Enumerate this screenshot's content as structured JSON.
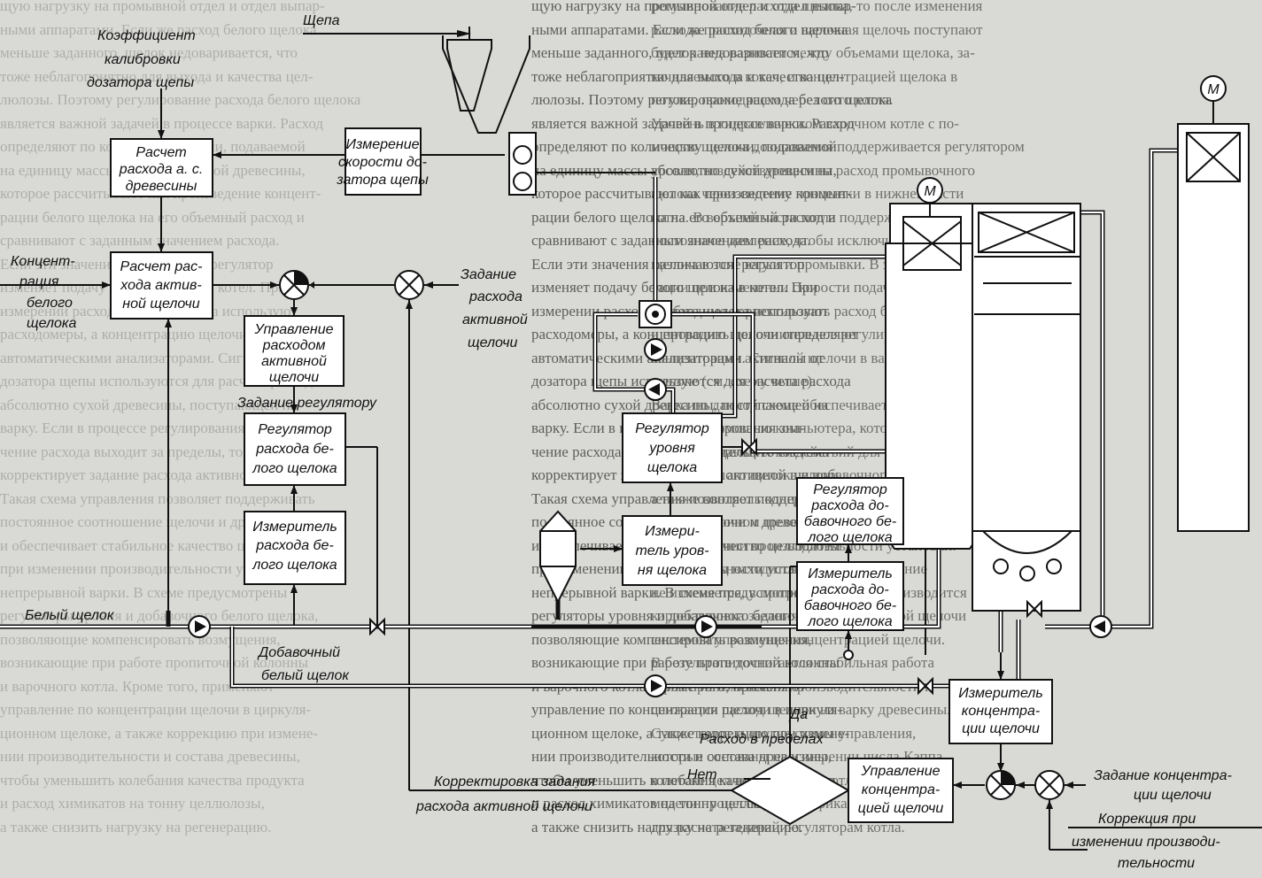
{
  "diagram": {
    "inputs": {
      "chips": "Щепа",
      "calib_coef": [
        "Коэффициент",
        "калибровки",
        "дозатора щепы"
      ],
      "white_liquor_conc": [
        "Концент-",
        "рация",
        "белого",
        "щелока"
      ],
      "active_alkali_setpoint": [
        "Задание",
        "расхода",
        "активной",
        "щелочи"
      ],
      "regulator_setpoint": "Задание регулятору",
      "white_liquor": "Белый щелок",
      "additional_white_liquor": [
        "Добавочный",
        "белый щелок"
      ],
      "conc_setpoint": [
        "Задание концентра-",
        "ции щелочи"
      ],
      "production_correction": [
        "Коррекция при",
        "изменении производи-",
        "тельности"
      ],
      "correction_task": [
        "Корректировка задания",
        "расхода активной щелочи"
      ],
      "decision": "Расход в пределах",
      "yes": "Да",
      "no": "Нет"
    },
    "blocks": {
      "calc_wood": [
        "Расчет",
        "расхода а. с.",
        "древесины"
      ],
      "chip_speed": [
        "Измерение",
        "скорости до-",
        "затора щепы"
      ],
      "calc_active": [
        "Расчет рас-",
        "хода актив-",
        "ной щелочи"
      ],
      "active_control": [
        "Управление",
        "расходом",
        "активной",
        "щелочи"
      ],
      "wl_regulator": [
        "Регулятор",
        "расхода бе-",
        "лого щелока"
      ],
      "wl_meter": [
        "Измеритель",
        "расхода бе-",
        "лого щелока"
      ],
      "level_regulator": [
        "Регулятор",
        "уровня",
        "щелока"
      ],
      "level_meter": [
        "Измери-",
        "тель уров-",
        "ня щелока"
      ],
      "add_regulator": [
        "Регулятор",
        "расхода до-",
        "бавочного бе-",
        "лого щелока"
      ],
      "add_meter": [
        "Измеритель",
        "расхода до-",
        "бавочного бе-",
        "лого щелока"
      ],
      "conc_meter": [
        "Измеритель",
        "концентра-",
        "ции щелочи"
      ],
      "conc_control": [
        "Управление",
        "концентра-",
        "цией щелочи"
      ]
    },
    "motors": [
      "М",
      "М"
    ],
    "icons": [
      "pump-icon",
      "valve-icon",
      "summing-junction-icon",
      "comparator-icon",
      "motor-icon",
      "vessel-icon"
    ]
  },
  "background_text": {
    "left_column": [
      "щую нагрузку на промывной отдел и отдел выпар-",
      "ными аппаратами. Если же расход белого щелока",
      "меньше заданного, щелок недоваривается, что",
      "тоже неблагоприятно для выхода и качества цел-",
      "люлозы. Поэтому регулирование расхода белого щелока",
      "является важной задачей в процессе варки. Расход",
      "определяют по количеству щелочи, подаваемой",
      "на единицу массы абсолютно сухой древесины,",
      "которое рассчитывают как произведение концент-",
      "рации белого щелока на его объемный расход и",
      "сравнивают с заданным значением расхода.",
      "Если эти значения различаются, регулятор",
      "изменяет подачу белого щелока в котел. При",
      "измерении расхода белого щелока используют",
      "расходомеры, а концентрацию щелочи определяют",
      "автоматическими анализаторами. Сигналы от",
      "дозатора щепы используются для расчета расхода",
      "абсолютно сухой древесины, поступающей на",
      "варку. Если в процессе регулирования зна-",
      "чение расхода выходит за пределы, то система",
      "корректирует задание расхода активной щелочи.",
      "Такая схема управления позволяет поддерживать",
      "постоянное соотношение щелочи и древесины",
      "и обеспечивает стабильное качество целлюлозы",
      "при изменении производительности установки",
      "непрерывной варки. В схеме предусмотрены",
      "регуляторы уровня и добавочного белого щелока,",
      "позволяющие компенсировать возмущения,",
      "возникающие при работе пропиточной колонны",
      "и варочного котла. Кроме того, применяют",
      "управление по концентрации щелочи в циркуля-",
      "ционном щелоке, а также коррекцию при измене-",
      "нии производительности и состава древесины,",
      "чтобы уменьшить колебания качества продукта",
      "и расход химикатов на тонну целлюлозы,",
      "а также снизить нагрузку на регенерацию."
    ],
    "right_column": [
      "регулирование расхода щелока, то после изменения",
      "расхода пропиточная и варочная щелочь поступают",
      "будет равна разности между объемами щелока, за-",
      "качиваемого в котел, и концентрацией щелока в",
      "потоке, проходящем через сито котла.",
      "Уровень в гидравлическом варочном котле с по-",
      "мощью щелока дозирования поддерживается регулятором",
      "уровня, воздействующим на расход промывочного",
      "щелока через систему промывки в нижней части",
      "котла. В верхней части котла поддерживается",
      "постоянное давление, чтобы исключить кипение",
      "щелока в зоне варки и промывки. В эксплуа-",
      "тации при изменении скорости подачи щепы",
      "необходимо корректировать расход белого щелока",
      "и проводить дополнительное регулирование",
      "концентрации активной щелочи в варочном",
      "щелоке (см. схему выше).",
      "Варка по данной схеме обеспечивает управление",
      "котлом с помощью компьютера, который выполняет",
      "расчеты задающих воздействий для регуляторов",
      "расхода белого щелока и добавочного щелока,",
      "а также контроль концентрации щелочи в",
      "циркуляционном щелоке и сравнение с заданием",
      "при изменении производительности установки.",
      "Если расход находится в пределах, задание",
      "не изменяется, в противном случае производится",
      "корректировка задания расхода активной щелочи",
      "системой управления концентрацией щелочи.",
      "В результате достигается стабильная работа",
      "котла при изменении производительности и",
      "снижается расход щелочи на варку древесины.",
      "Существуют и другие схемы управления,",
      "которые основаны на измерении числа Каппа",
      "в потоке целлюлозы после котла и используют",
      "модели процесса делигнификации древесины",
      "для расчета заданий регуляторам котла."
    ]
  }
}
